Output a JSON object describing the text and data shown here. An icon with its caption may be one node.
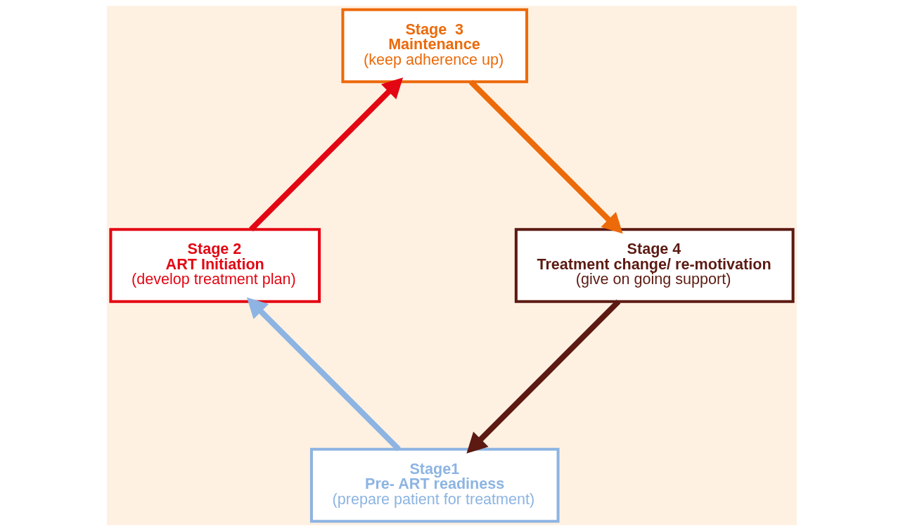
{
  "diagram": {
    "nodes": [
      {
        "text": [
          "Stage1",
          "Pre- ART readiness",
          "(prepare patient for treatment)"
        ]
      },
      {
        "text": [
          "Stage 2",
          "ART Initiation",
          "(develop treatment plan)"
        ]
      },
      {
        "text": [
          "Stage  3",
          "Maintenance",
          "(keep adherence up)"
        ]
      },
      {
        "text": [
          "Stage 4",
          "Treatment change/ re-motivation",
          "(give on going support)"
        ]
      }
    ],
    "edges": [
      {
        "from": 0,
        "to": 1,
        "arrow": "to",
        "color": "#8db4e2"
      },
      {
        "from": 1,
        "to": 2,
        "arrow": "to",
        "color": "#e30613"
      },
      {
        "from": 2,
        "to": 3,
        "arrow": "to",
        "color": "#ec6a0a"
      },
      {
        "from": 3,
        "to": 0,
        "arrow": "to",
        "color": "#5c1a12"
      }
    ]
  }
}
